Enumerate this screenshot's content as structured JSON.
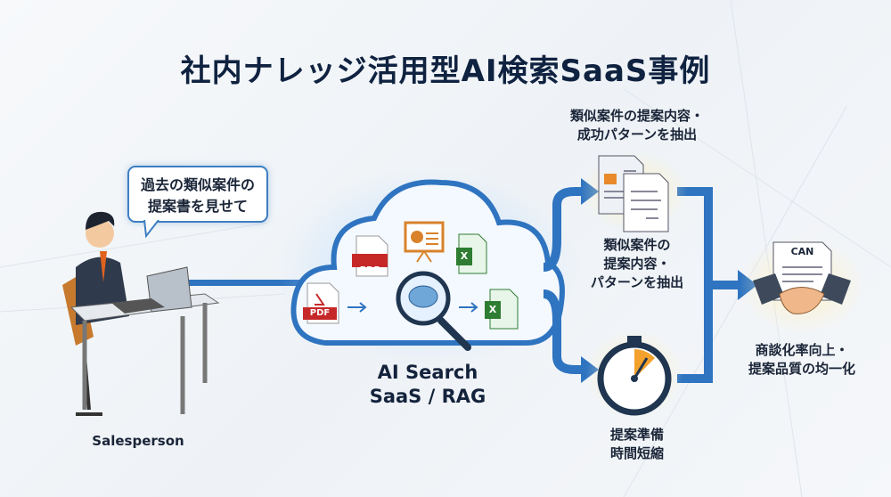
{
  "title": "社内ナレッジ活用型AI検索SaaS事例",
  "speech_bubble": {
    "line1": "過去の類似案件の",
    "line2": "提案書を見せて"
  },
  "salesperson_label": "Salesperson",
  "cloud": {
    "line1": "AI Search",
    "line2": "SaaS / RAG",
    "pdf_label_1": "PDF",
    "pdf_label_2": "PDF",
    "excel_label_1": "X",
    "excel_label_2": "X"
  },
  "top_output": {
    "line1": "類似案件の提案内容・",
    "line2": "成功パターンを抽出"
  },
  "mid_output": {
    "line1": "類似案件の",
    "line2": "提案内容・",
    "line3": "パターンを抽出"
  },
  "bottom_output": {
    "line1": "提案準備",
    "line2": "時間短縮"
  },
  "result": {
    "doc_label": "CAN",
    "line1": "商談化率向上・",
    "line2": "提案品質の均一化"
  },
  "colors": {
    "accent_blue": "#2f74c0",
    "navy": "#0f2240",
    "orange": "#e8892c",
    "pdf_red": "#c62828",
    "excel_green": "#2e7d32"
  }
}
